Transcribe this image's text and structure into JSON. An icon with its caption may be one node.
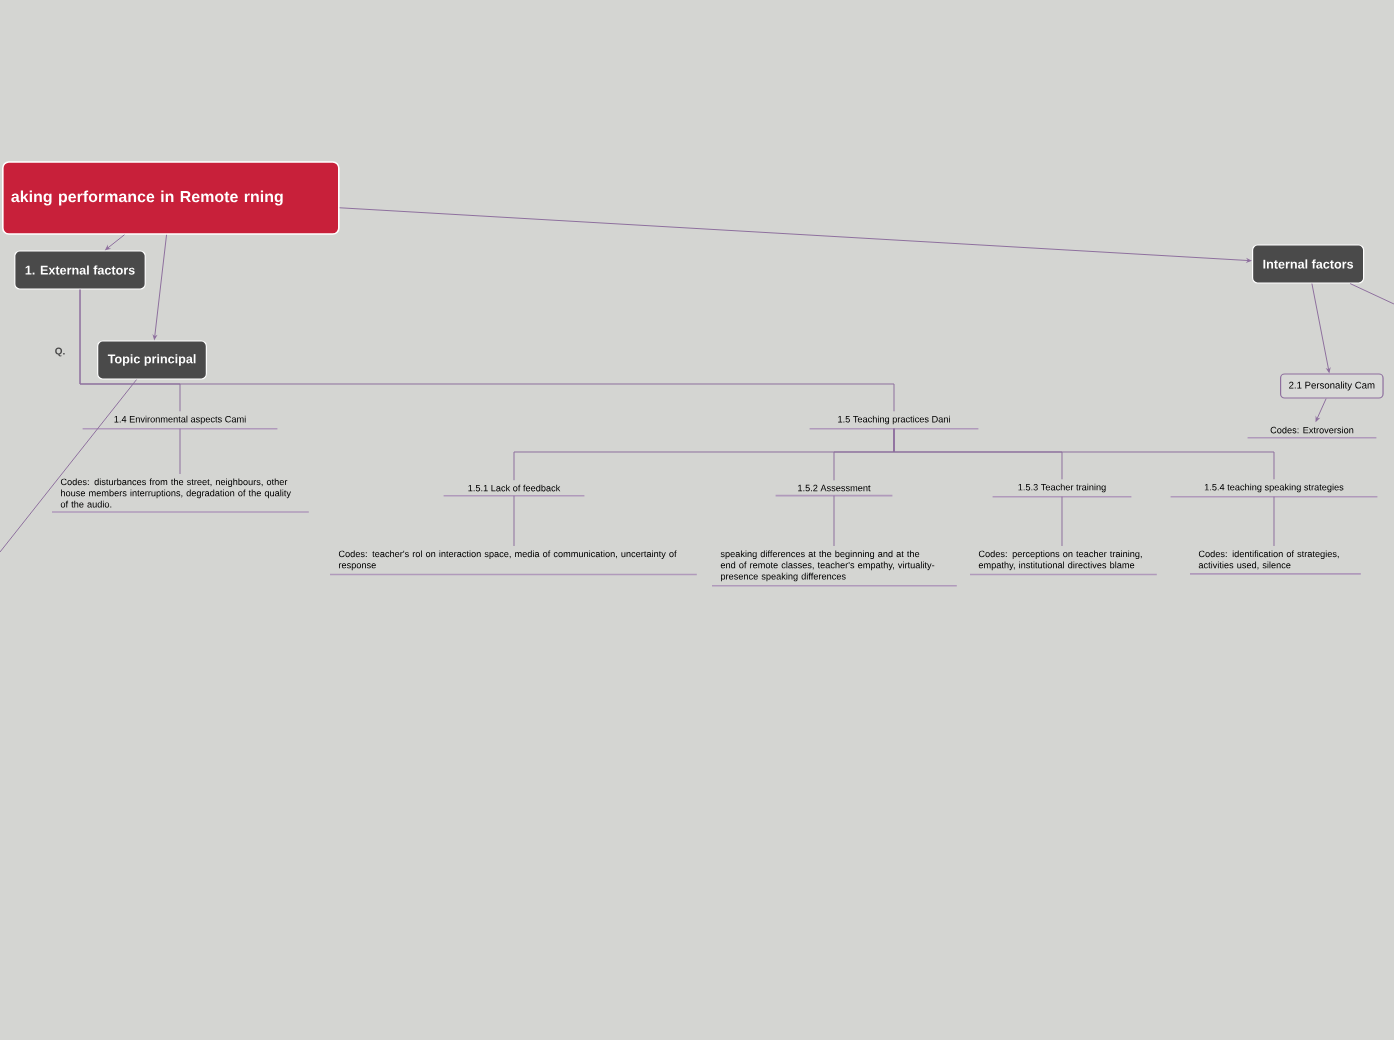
{
  "diagram": {
    "nodes": [
      {
        "text": [
          "aking performance in Remote rning"
        ]
      },
      {
        "text": [
          "1. External factors"
        ]
      },
      {
        "text": [
          "Topic principal"
        ]
      },
      {
        "text": [
          "1.4 Environmental aspects Cami"
        ]
      },
      {
        "text": [
          "Codes:  disturbances from the street, neighbours, other house members interruptions, degradation of the quality of the audio."
        ]
      },
      {
        "text": [
          "1.5 Teaching practices Dani"
        ]
      },
      {
        "text": [
          "1.5.1 Lack of feedback"
        ]
      },
      {
        "text": [
          "Codes: teacher's rol on interaction space, media of communication, uncertainty of response"
        ]
      },
      {
        "text": [
          "1.5.2 Assessment"
        ]
      },
      {
        "text": [
          "speaking differences at the beginning and at the end of remote classes, teacher's empathy, virtuality-presence speaking differences"
        ]
      },
      {
        "text": [
          "1.5.3 Teacher training"
        ]
      },
      {
        "text": [
          "Codes: perceptions on teacher training, empathy, institutional directives blame"
        ]
      },
      {
        "text": [
          "1.5.4 teaching speaking strategies"
        ]
      },
      {
        "text": [
          "Codes: identification of strategies, activities used, silence"
        ]
      },
      {
        "text": [
          "Internal factors"
        ]
      },
      {
        "text": [
          "2.1 Personality Cam"
        ]
      },
      {
        "text": [
          "Codes: Extroversion"
        ]
      }
    ],
    "edges": [
      {
        "from": 0,
        "to": 1,
        "arrow": "to"
      },
      {
        "from": 0,
        "to": 2,
        "arrow": "to"
      },
      {
        "from": 0,
        "to": 14,
        "arrow": "to"
      },
      {
        "from": 1,
        "to": 3,
        "arrow": "none"
      },
      {
        "from": 1,
        "to": 5,
        "arrow": "none"
      },
      {
        "from": 2,
        "to": null,
        "arrow": "none"
      },
      {
        "from": 3,
        "to": 4,
        "arrow": "none"
      },
      {
        "from": 5,
        "to": 6,
        "arrow": "none"
      },
      {
        "from": 5,
        "to": 8,
        "arrow": "none"
      },
      {
        "from": 5,
        "to": 10,
        "arrow": "none"
      },
      {
        "from": 5,
        "to": 12,
        "arrow": "none"
      },
      {
        "from": 6,
        "to": 7,
        "arrow": "none"
      },
      {
        "from": 8,
        "to": 9,
        "arrow": "none"
      },
      {
        "from": 10,
        "to": 11,
        "arrow": "none"
      },
      {
        "from": 12,
        "to": 13,
        "arrow": "none"
      },
      {
        "from": 14,
        "to": 15,
        "arrow": "to"
      },
      {
        "from": 15,
        "to": 16,
        "arrow": "to"
      },
      {
        "from": 14,
        "to": null,
        "arrow": "none"
      }
    ],
    "labels": [
      "Q."
    ]
  }
}
